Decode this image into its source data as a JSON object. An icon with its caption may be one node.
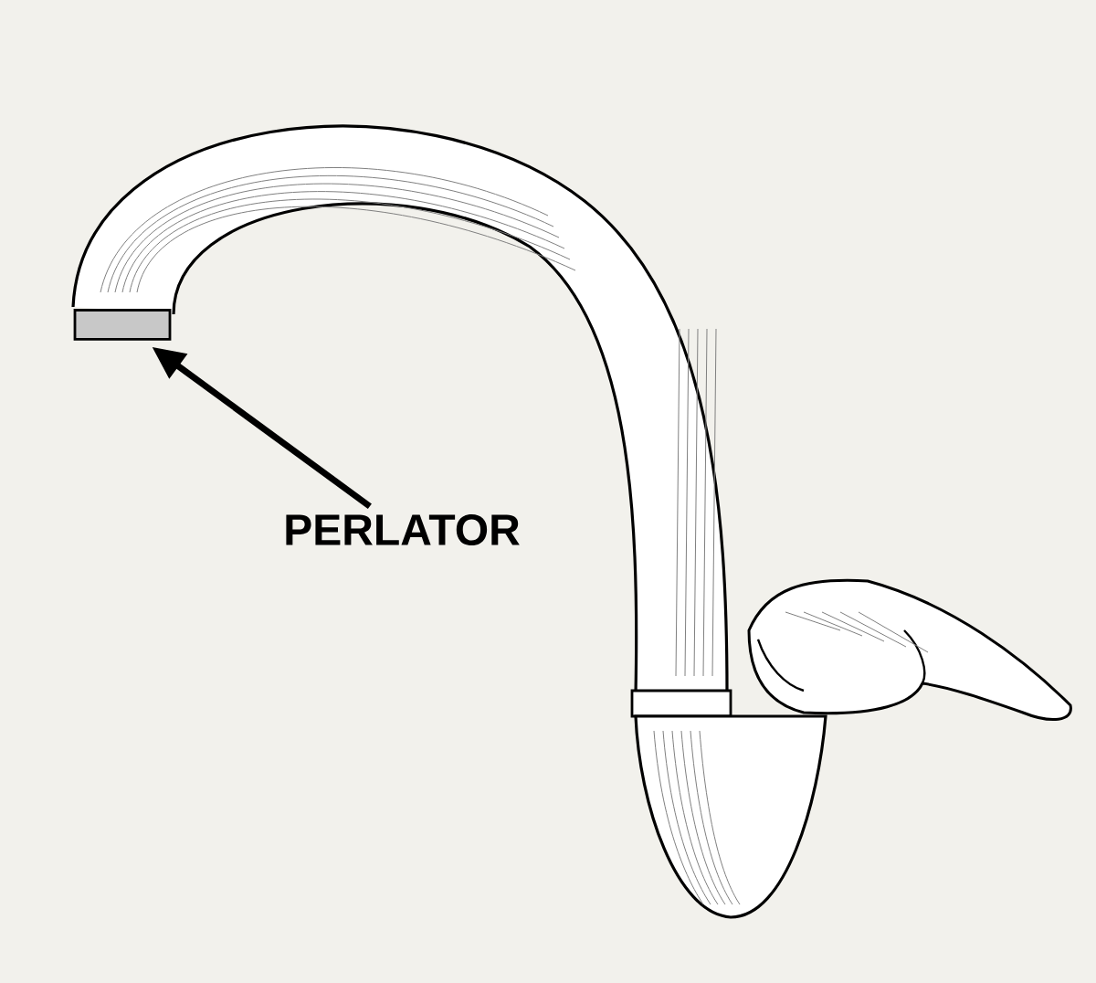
{
  "diagram": {
    "nodes": [
      {
        "text": [
          "PERLATOR"
        ]
      },
      {
        "text": [],
        "shape": "cylinder"
      }
    ],
    "edges": [
      {
        "from": 0,
        "to": 1,
        "arrow": "to"
      }
    ]
  }
}
